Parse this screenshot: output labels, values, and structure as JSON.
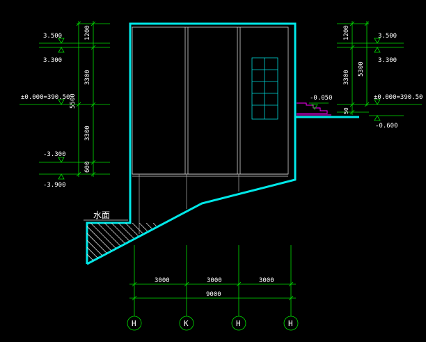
{
  "drawing": {
    "water_label": "水面",
    "left_elevations": {
      "e_top": "3.500",
      "e_below_top": "3.300",
      "e_zero": "±0.000=390.50",
      "e_low1": "-3.300",
      "e_low2": "-3.900"
    },
    "left_dims": {
      "d_top": "1200",
      "d_mid": "3300",
      "d_total": "5500",
      "d_lower": "3300",
      "d_bottom": "600"
    },
    "right_elevations": {
      "e_top": "3.500",
      "e_below_top": "3.300",
      "e_zero": "±0.000=390.50",
      "e_step": "-0.050",
      "e_low": "-0.600"
    },
    "right_dims": {
      "d_top": "1200",
      "d_mid": "3300",
      "d_total": "5300",
      "d_small": "50"
    },
    "bottom_dims": {
      "span1": "3000",
      "span2": "3000",
      "span3": "3000",
      "total": "9000"
    },
    "axes": [
      "H",
      "K",
      "H",
      "H"
    ]
  },
  "colors": {
    "background": "#000000",
    "wall": "#00e8e8",
    "dimension": "#00e000",
    "text": "#ffffff",
    "stair_magenta": "#ff00ff"
  }
}
